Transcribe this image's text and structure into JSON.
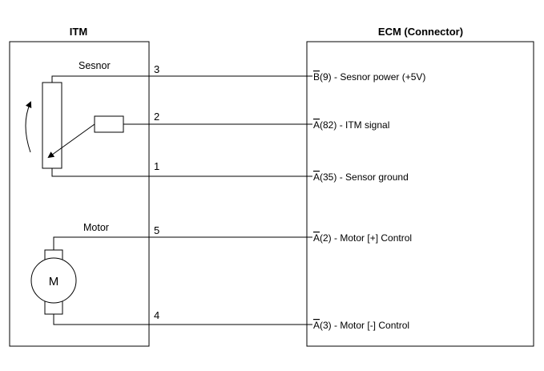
{
  "itm": {
    "title": "ITM",
    "sensor_label": "Sesnor",
    "motor_label": "Motor",
    "motor_symbol": "M"
  },
  "ecm": {
    "title": "ECM (Connector)"
  },
  "pins": {
    "p3": "3",
    "p2": "2",
    "p1": "1",
    "p5": "5",
    "p4": "4"
  },
  "connections": [
    {
      "pin": "3",
      "letter": "B",
      "text": "(9) - Sesnor power (+5V)"
    },
    {
      "pin": "2",
      "letter": "A",
      "text": "(82) - ITM signal"
    },
    {
      "pin": "1",
      "letter": "A",
      "text": "(35) - Sensor ground"
    },
    {
      "pin": "5",
      "letter": "A",
      "text": "(2) - Motor [+] Control"
    },
    {
      "pin": "4",
      "letter": "A",
      "text": "(3) - Motor [-] Control"
    }
  ]
}
